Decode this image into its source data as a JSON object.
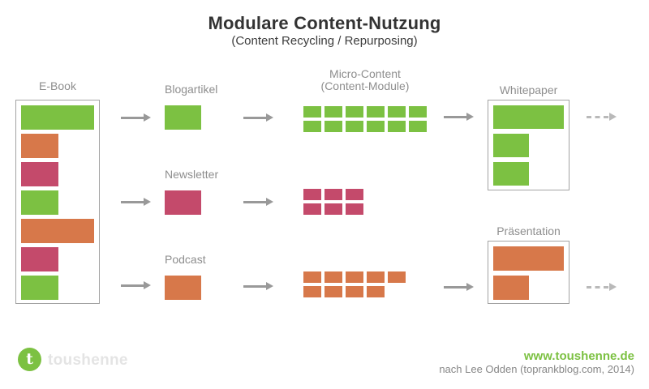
{
  "title": "Modulare Content-Nutzung",
  "subtitle": "(Content Recycling / Repurposing)",
  "colors": {
    "green": "#7cc142",
    "orange": "#d7784a",
    "pink": "#c44a6b",
    "arrow_gray": "#999999",
    "dashed_arrow_gray": "#b9b9b9",
    "box_border_gray": "#a3a3a3",
    "label_gray": "#8e8e8e"
  },
  "diagram": {
    "ebook": {
      "label": "E-Book",
      "bars": [
        {
          "color": "green",
          "size": "wide"
        },
        {
          "color": "orange",
          "size": "short"
        },
        {
          "color": "pink",
          "size": "short"
        },
        {
          "color": "green",
          "size": "short"
        },
        {
          "color": "orange",
          "size": "wide"
        },
        {
          "color": "pink",
          "size": "short"
        },
        {
          "color": "green",
          "size": "short"
        }
      ]
    },
    "channels": [
      {
        "label": "Blogartikel",
        "color": "green"
      },
      {
        "label": "Newsletter",
        "color": "pink"
      },
      {
        "label": "Podcast",
        "color": "orange"
      }
    ],
    "micro_content": {
      "label_line1": "Micro-Content",
      "label_line2": "(Content-Module)",
      "grids": [
        {
          "color": "green",
          "rows": [
            6,
            6
          ]
        },
        {
          "color": "pink",
          "rows": [
            3,
            3
          ]
        },
        {
          "color": "orange",
          "rows": [
            5,
            4
          ]
        }
      ]
    },
    "outputs": [
      {
        "label": "Whitepaper",
        "color": "green",
        "bars": [
          "wide",
          "short",
          "short"
        ]
      },
      {
        "label": "Präsentation",
        "color": "orange",
        "bars": [
          "wide",
          "short"
        ]
      }
    ]
  },
  "footer": {
    "logo_letter": "t",
    "logo_text": "toushenne",
    "website": "www.toushenne.de",
    "attribution": "nach Lee Odden (toprankblog.com, 2014)"
  }
}
